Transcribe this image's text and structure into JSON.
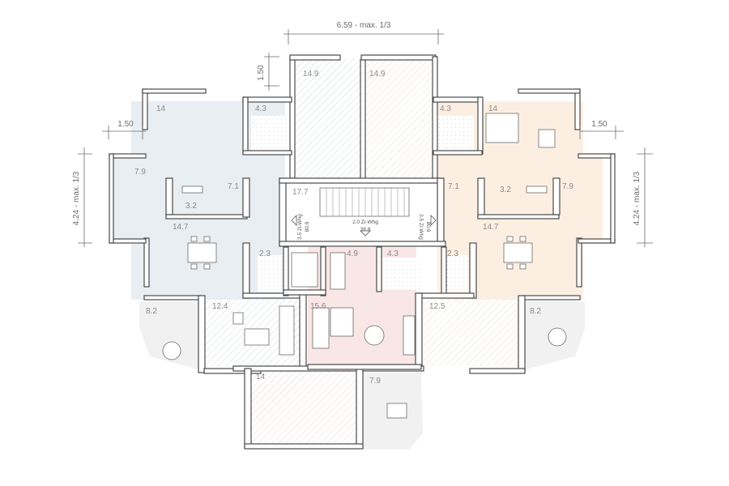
{
  "colors": {
    "unit_west": "#e9eef3",
    "unit_east": "#fcefe2",
    "unit_south": "#f9e6e6",
    "stair_hall": "#ffffff",
    "balcony": "#f1f1f1",
    "wall": "#4a4a4a"
  },
  "rooms": [
    {
      "label": "14.9"
    },
    {
      "label": "14.9"
    },
    {
      "label": "14"
    },
    {
      "label": "4.3"
    },
    {
      "label": "4.3"
    },
    {
      "label": "14"
    },
    {
      "label": "7.9"
    },
    {
      "label": "7.1"
    },
    {
      "label": "3.2"
    },
    {
      "label": "17.7"
    },
    {
      "label": "7.1"
    },
    {
      "label": "3.2"
    },
    {
      "label": "7.9"
    },
    {
      "label": "14.7"
    },
    {
      "label": "14.7"
    },
    {
      "label": "2.3"
    },
    {
      "label": "4.9"
    },
    {
      "label": "4.3"
    },
    {
      "label": "2.3"
    },
    {
      "label": "8.2"
    },
    {
      "label": "12.4"
    },
    {
      "label": "15.6"
    },
    {
      "label": "12.5"
    },
    {
      "label": "8.2"
    },
    {
      "label": "14"
    },
    {
      "label": "7.9"
    }
  ],
  "dimensions": {
    "top": "6.59 - max. 1/3",
    "bay_top": "1.50",
    "bay_left": "1.50",
    "bay_right": "1.50",
    "left_vertical": "4.24 - max. 1/3",
    "right_vertical": "4.24 - max. 1/3"
  },
  "stair": {
    "center_label": "2.0 Zi-Whg",
    "center_value": "38.8",
    "left_label": "3.5 Zi-Whg",
    "left_value": "80.9",
    "right_label": "3.5 Zi-Whg",
    "right_value": "80.9"
  }
}
